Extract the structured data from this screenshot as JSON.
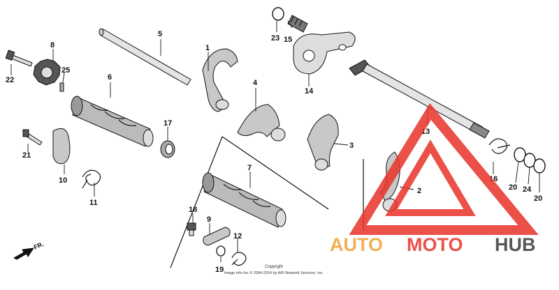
{
  "diagram": {
    "part_numbers": [
      "1",
      "2",
      "3",
      "4",
      "5",
      "6",
      "7",
      "8",
      "9",
      "10",
      "11",
      "12",
      "13",
      "14",
      "15",
      "16",
      "17",
      "18",
      "19",
      "20",
      "20",
      "21",
      "22",
      "23",
      "24",
      "25"
    ],
    "direction_label": "FR.",
    "copyright_line1": "Copyright",
    "copyright_line2": "Image info Inc © 2004-2014 by ARI Network Services, Inc.",
    "watermark": {
      "word1": "AUTO",
      "word2": "MOTO",
      "word3": "HUB",
      "color_red": "#e8322a",
      "color_orange": "#f2a23a",
      "color_gray": "#3a3a3a"
    }
  }
}
